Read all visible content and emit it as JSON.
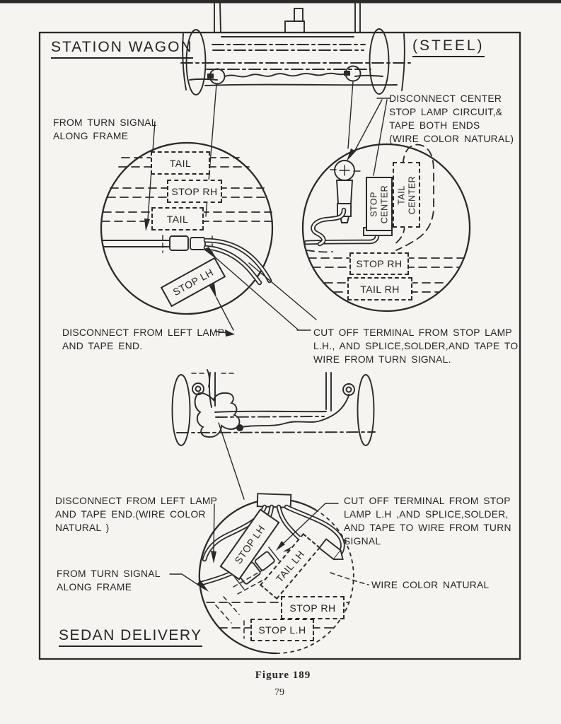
{
  "colors": {
    "paper": "#f5f4f1",
    "ink": "#2a2a2a"
  },
  "titles": {
    "station_wagon": "STATION WAGON",
    "steel": "(STEEL)",
    "sedan_delivery": "SEDAN DELIVERY"
  },
  "captions": {
    "figure": "Figure 189",
    "page_number": "79"
  },
  "annotations": {
    "turn_signal_top": "FROM TURN SIGNAL\nALONG FRAME",
    "disconnect_center": "DISCONNECT CENTER\nSTOP LAMP CIRCUIT,&\nTAPE BOTH ENDS\n(WIRE COLOR NATURAL)",
    "disconnect_left_top": "DISCONNECT FROM LEFT LAMP\nAND TAPE END.",
    "cut_off_top": "CUT OFF TERMINAL FROM STOP LAMP\nL.H., AND SPLICE,SOLDER,AND TAPE TO\nWIRE FROM TURN SIGNAL.",
    "disconnect_left_bottom": "DISCONNECT FROM LEFT LAMP\nAND TAPE END.(WIRE COLOR\nNATURAL )",
    "turn_signal_bottom": "FROM TURN SIGNAL\nALONG FRAME",
    "cut_off_bottom": "CUT OFF TERMINAL FROM STOP\nLAMP L.H ,AND SPLICE,SOLDER,\nAND TAPE TO WIRE FROM TURN\nSIGNAL",
    "wire_color_natural": "WIRE COLOR NATURAL"
  },
  "wire_labels": {
    "wagon_left": {
      "tail_upper": "TAIL",
      "stop_rh": "STOP RH",
      "tail_lower": "TAIL",
      "stop_lh": "STOP LH"
    },
    "wagon_right": {
      "stop_center": "STOP\nCENTER",
      "tail_center": "TAIL\nCENTER",
      "stop_rh": "STOP RH",
      "tail_rh": "TAIL RH"
    },
    "sedan": {
      "stop_lh": "STOP LH",
      "tail_lh": "TAIL LH",
      "stop_rh": "STOP RH",
      "stop_lh2": "STOP L.H"
    }
  }
}
